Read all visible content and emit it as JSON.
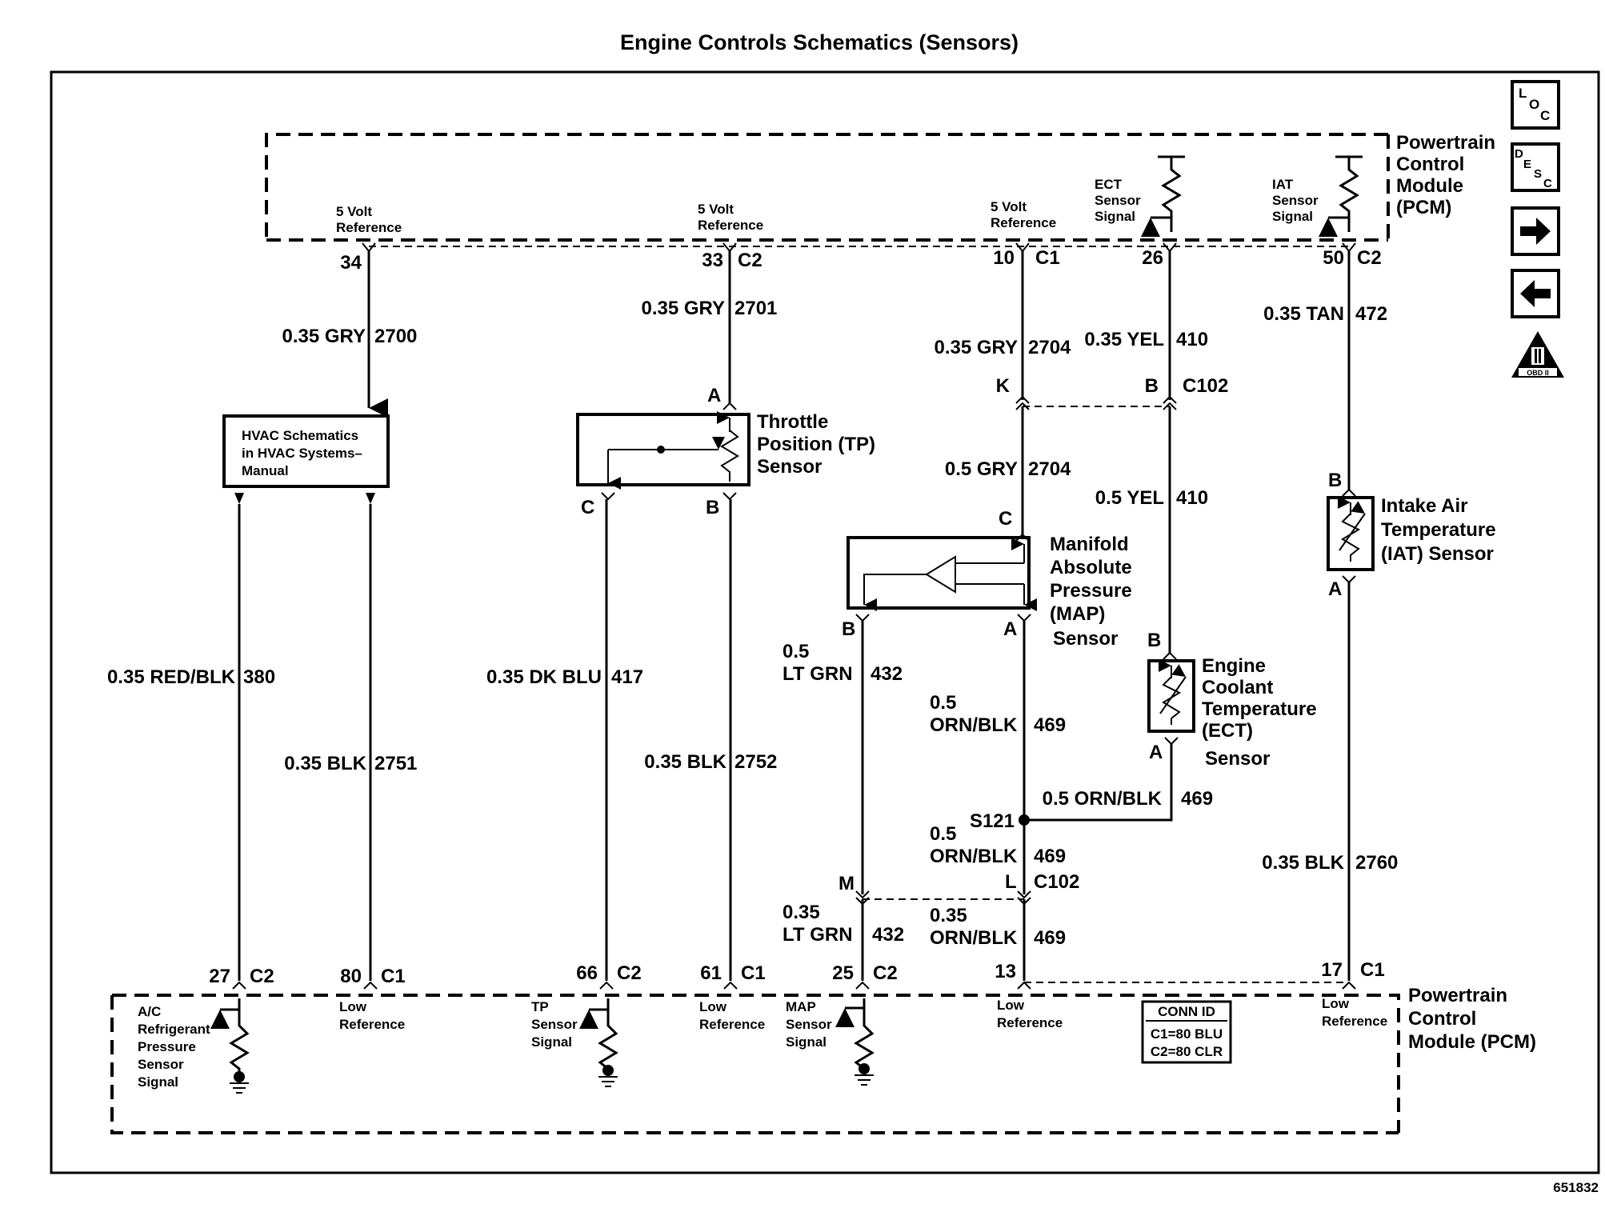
{
  "title": "Engine Controls Schematics (Sensors)",
  "figure_id": "651832",
  "nav_icons": [
    {
      "name": "loc-icon",
      "letters": [
        "L",
        "O",
        "C"
      ]
    },
    {
      "name": "desc-icon",
      "letters": [
        "D",
        "E",
        "S",
        "C"
      ]
    },
    {
      "name": "next-arrow-icon"
    },
    {
      "name": "prev-arrow-icon"
    },
    {
      "name": "obd-ii-icon",
      "text": "OBD II",
      "numeral": "II"
    }
  ],
  "pcm_top": {
    "label": [
      "Powertrain",
      "Control",
      "Module",
      "(PCM)"
    ],
    "pins": [
      {
        "pin": "34",
        "conn": "",
        "func": [
          "5 Volt",
          "Reference"
        ]
      },
      {
        "pin": "33",
        "conn": "C2",
        "func": [
          "5 Volt",
          "Reference"
        ]
      },
      {
        "pin": "10",
        "conn": "C1",
        "func": [
          "5 Volt",
          "Reference"
        ]
      },
      {
        "pin": "26",
        "conn": "",
        "func": [
          "ECT",
          "Sensor",
          "Signal"
        ]
      },
      {
        "pin": "50",
        "conn": "C2",
        "func": [
          "IAT",
          "Sensor",
          "Signal"
        ]
      }
    ]
  },
  "pcm_bottom": {
    "label": [
      "Powertrain",
      "Control",
      "Module (PCM)"
    ],
    "pins": [
      {
        "pin": "27",
        "conn": "C2",
        "func": [
          "A/C",
          "Refrigerant",
          "Pressure",
          "Sensor",
          "Signal"
        ]
      },
      {
        "pin": "80",
        "conn": "C1",
        "func": [
          "Low",
          "Reference"
        ]
      },
      {
        "pin": "66",
        "conn": "C2",
        "func": [
          "TP",
          "Sensor",
          "Signal"
        ]
      },
      {
        "pin": "61",
        "conn": "C1",
        "func": [
          "Low",
          "Reference"
        ]
      },
      {
        "pin": "25",
        "conn": "C2",
        "func": [
          "MAP",
          "Sensor",
          "Signal"
        ]
      },
      {
        "pin": "13",
        "conn": "",
        "func": [
          "Low",
          "Reference"
        ]
      },
      {
        "pin": "17",
        "conn": "C1",
        "func": [
          "Low",
          "Reference"
        ]
      }
    ],
    "conn_id": {
      "header": "CONN ID",
      "rows": [
        "C1=80 BLU",
        "C2=80 CLR"
      ]
    }
  },
  "wires": {
    "w2700": {
      "gauge_color": "0.35 GRY",
      "circuit": "2700"
    },
    "w2701": {
      "gauge_color": "0.35 GRY",
      "circuit": "2701"
    },
    "w2704a": {
      "gauge_color": "0.35 GRY",
      "circuit": "2704"
    },
    "w2704b": {
      "gauge_color": "0.5 GRY",
      "circuit": "2704"
    },
    "w410a": {
      "gauge_color": "0.35 YEL",
      "circuit": "410"
    },
    "w410b": {
      "gauge_color": "0.5 YEL",
      "circuit": "410"
    },
    "w472": {
      "gauge_color": "0.35 TAN",
      "circuit": "472"
    },
    "w380": {
      "gauge_color": "0.35 RED/BLK",
      "circuit": "380"
    },
    "w2751": {
      "gauge_color": "0.35 BLK",
      "circuit": "2751"
    },
    "w417": {
      "gauge_color": "0.35 DK BLU",
      "circuit": "417"
    },
    "w2752": {
      "gauge_color": "0.35 BLK",
      "circuit": "2752"
    },
    "w432a": {
      "gauge": "0.5",
      "color": "LT GRN",
      "circuit": "432"
    },
    "w432b": {
      "gauge": "0.35",
      "color": "LT GRN",
      "circuit": "432"
    },
    "w469a": {
      "gauge": "0.5",
      "color": "ORN/BLK",
      "circuit": "469"
    },
    "w469b": {
      "gauge_color": "0.5 ORN/BLK",
      "circuit": "469"
    },
    "w469c": {
      "gauge": "0.5",
      "color": "ORN/BLK",
      "circuit": "469"
    },
    "w469d": {
      "gauge": "0.35",
      "color": "ORN/BLK",
      "circuit": "469"
    },
    "w2760": {
      "gauge_color": "0.35 BLK",
      "circuit": "2760"
    }
  },
  "components": {
    "hvac": [
      "HVAC Schematics",
      "in HVAC Systems–",
      "Manual"
    ],
    "tp": {
      "name": [
        "Throttle",
        "Position (TP)",
        "Sensor"
      ],
      "pins": [
        "A",
        "B",
        "C"
      ]
    },
    "map": {
      "name": [
        "Manifold",
        "Absolute",
        "Pressure",
        "(MAP)",
        "Sensor"
      ],
      "pins": [
        "A",
        "B",
        "C"
      ]
    },
    "ect": {
      "name": [
        "Engine",
        "Coolant",
        "Temperature",
        "(ECT)",
        "Sensor"
      ],
      "pins": [
        "A",
        "B"
      ]
    },
    "iat": {
      "name": [
        "Intake Air",
        "Temperature",
        "(IAT) Sensor"
      ],
      "pins": [
        "A",
        "B"
      ]
    }
  },
  "connectors": {
    "c102_top": {
      "name": "C102",
      "pins": [
        "K",
        "B"
      ]
    },
    "c102_bottom": {
      "name": "C102",
      "pins": [
        "M",
        "L"
      ]
    },
    "splice": "S121"
  }
}
